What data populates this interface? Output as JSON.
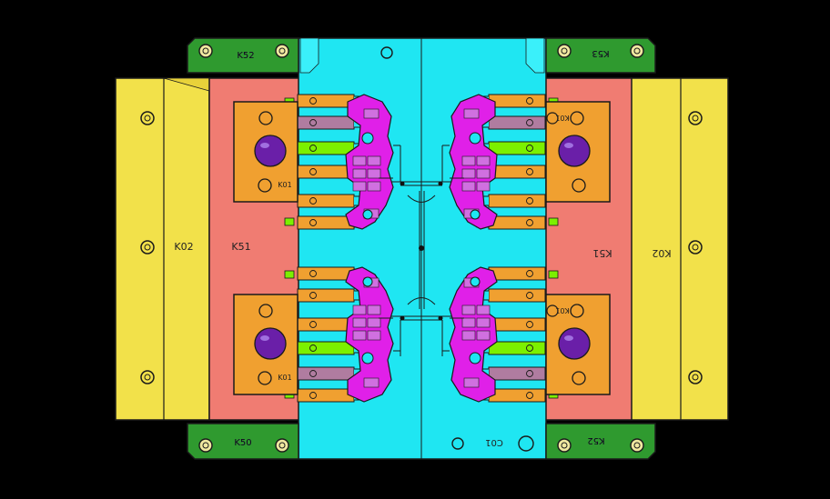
{
  "colors": {
    "background": "#000000",
    "yellow_plate": "#f2e14a",
    "salmon_slide": "#f07c72",
    "cyan_core": "#1fe6f2",
    "green_clamp": "#2f9a2f",
    "orange_block": "#f0a030",
    "purple_knob": "#6a1fa8",
    "magenta_insert": "#e020e8",
    "lime_pin": "#7cf000",
    "mauve_pin": "#b07ca0",
    "outline": "#1a1a1a"
  },
  "labels": {
    "clamp_top_left": "K52",
    "clamp_top_right": "K53",
    "clamp_bottom_left": "K50",
    "clamp_bottom_right": "K52",
    "plate_left": "K02",
    "plate_right": "K02",
    "slide_left": "K51",
    "slide_right": "K51",
    "block_tl": "K01",
    "block_bl": "K01",
    "block_tr": "K01",
    "block_br": "K01",
    "core": "C01"
  },
  "icons": {
    "bolt": "bolt-icon",
    "knob": "knob-icon"
  }
}
